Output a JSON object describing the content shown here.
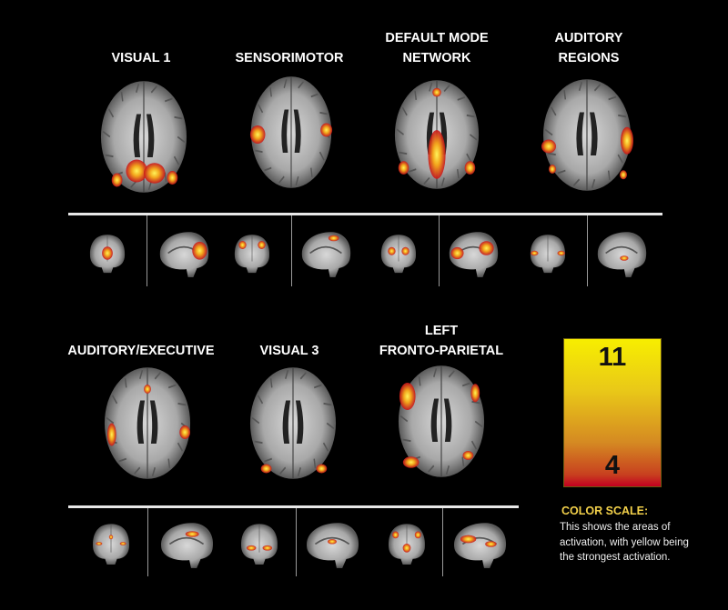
{
  "networks_top": [
    {
      "title": "VISUAL 1"
    },
    {
      "title": "SENSORIMOTOR"
    },
    {
      "title": "DEFAULT MODE\nNETWORK"
    },
    {
      "title": "AUDITORY\nREGIONS"
    }
  ],
  "networks_bottom": [
    {
      "title": "AUDITORY/EXECUTIVE"
    },
    {
      "title": "VISUAL 3"
    },
    {
      "title": "LEFT\nFRONTO-PARIETAL"
    }
  ],
  "color_scale": {
    "max_label": "11",
    "min_label": "4",
    "max_color": "#f7ee00",
    "min_color": "#c20020",
    "heading": "COLOR SCALE:",
    "description": "This shows the areas of activation, with yellow being the strongest activation."
  }
}
